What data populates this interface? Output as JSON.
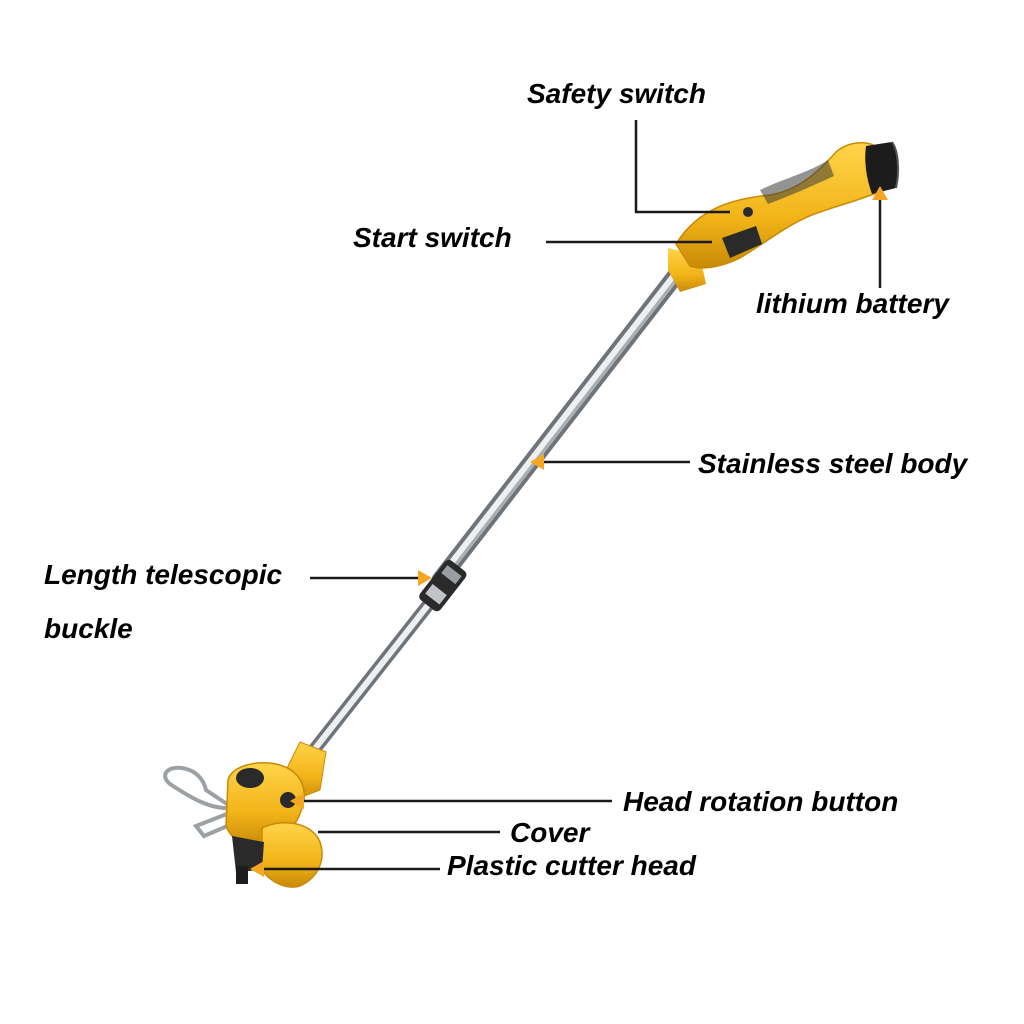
{
  "labels": {
    "safety_switch": "Safety switch",
    "start_switch": "Start switch",
    "lithium_battery": "lithium battery",
    "stainless_steel_body": "Stainless steel body",
    "length_telescopic_line1": "Length telescopic",
    "length_telescopic_line2": "buckle",
    "head_rotation_button": "Head rotation button",
    "cover": "Cover",
    "plastic_cutter_head": "Plastic cutter head"
  },
  "colors": {
    "body_yellow": "#F2B418",
    "body_yellow_dark": "#D99A0C",
    "pointer_orange": "#F5A623",
    "steel_light": "#E4E6E8",
    "steel_dark": "#7A7F85",
    "battery_black": "#1C1C1C",
    "leader_line": "#1A1A1A"
  }
}
